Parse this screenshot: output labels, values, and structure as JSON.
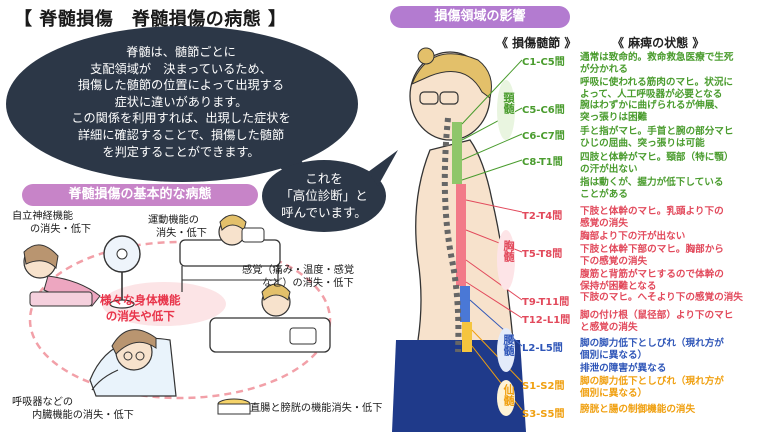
{
  "title": "【 脊髄損傷　脊髄損傷の病態 】",
  "bubble": {
    "lines": [
      "脊髄は、髄節ごとに",
      "支配領域が　決まっているため、",
      "損傷した髄節の位置によって出現する",
      "症状に違いがあります。",
      "この関係を利用すれば、出現した症状を",
      "詳細に確認することで、損傷した髄節",
      "を判定することができます。"
    ]
  },
  "small_bubble": {
    "lines": [
      "これを",
      "「高位診断」と",
      "呼んでいます。"
    ]
  },
  "left_section": {
    "header": "脊髄損傷の基本的な病態",
    "center_label": [
      "様々な身体機能",
      "の消失や低下"
    ],
    "items": [
      [
        "自立神経機能",
        "の消失・低下"
      ],
      [
        "運動機能の",
        "消失・低下"
      ],
      [
        "感覚（痛み・温度・感覚",
        "など）の消失・低下"
      ],
      [
        "呼吸器などの",
        "内臓機能の消失・低下"
      ],
      [
        "直腸と膀胱の機能消失・低下"
      ]
    ]
  },
  "right_section": {
    "header": "損傷領域の影響",
    "col_segment": "《 損傷髄節 》",
    "col_state": "《 麻痺の状態 》",
    "regions": {
      "cervical": "頸髄",
      "thoracic": "胸髄",
      "lumbar": "腰髄",
      "sacral": "仙髄"
    },
    "rows": [
      {
        "level": "C1-C5間",
        "color": "g",
        "desc": [
          "通常は致命的。救命救急医療で生死",
          "が分かれる",
          "呼吸に使われる筋肉のマヒ。状況に",
          "よって、人工呼吸器が必要となる"
        ]
      },
      {
        "level": "C5-C6間",
        "color": "g",
        "desc": [
          "腕はわずかに曲げられるが伸展、",
          "突っ張りは困難"
        ]
      },
      {
        "level": "C6-C7間",
        "color": "g",
        "desc": [
          "手と指がマヒ。手首と腕の部分マヒ",
          "ひじの屈曲、突っ張りは可能"
        ]
      },
      {
        "level": "C8-T1間",
        "color": "g",
        "desc": [
          "四肢と体幹がマヒ。頸部（特に顎）",
          "の汗が出ない",
          "指は動くが、握力が低下している",
          "ことがある"
        ]
      },
      {
        "level": "T2-T4間",
        "color": "r",
        "desc": [
          "下肢と体幹のマヒ。乳頭より下の",
          "感覚の消失",
          "胸部より下の汗が出ない"
        ]
      },
      {
        "level": "T5-T8間",
        "color": "r",
        "desc": [
          "下肢と体幹下部のマヒ。胸部から",
          "下の感覚の消失",
          "腹筋と背筋がマヒするので体幹の",
          "保持が困難となる"
        ]
      },
      {
        "level": "T9-T11間",
        "color": "r",
        "desc": [
          "下肢のマヒ。へそより下の感覚の消失"
        ]
      },
      {
        "level": "T12-L1間",
        "color": "r",
        "desc": [
          "脚の付け根（鼠径部）より下のマヒ",
          "と感覚の消失"
        ]
      },
      {
        "level": "L2-L5間",
        "color": "b",
        "desc": [
          "脚の脚力低下としびれ（現れ方が",
          "個別に異なる）",
          "排泄の障害が異なる"
        ]
      },
      {
        "level": "S1-S2間",
        "color": "y",
        "desc": [
          "脚の脚力低下としびれ（現れ方が",
          "個別に異なる）"
        ]
      },
      {
        "level": "S3-S5間",
        "color": "y",
        "desc": [
          "膀胱と腸の制御機能の消失"
        ]
      }
    ]
  },
  "colors": {
    "green": "#4a9c2e",
    "red": "#e24a5c",
    "blue": "#2f56b8",
    "yellow": "#f0a010",
    "bubble": "#2c3747",
    "purple": "#b37bd0"
  }
}
